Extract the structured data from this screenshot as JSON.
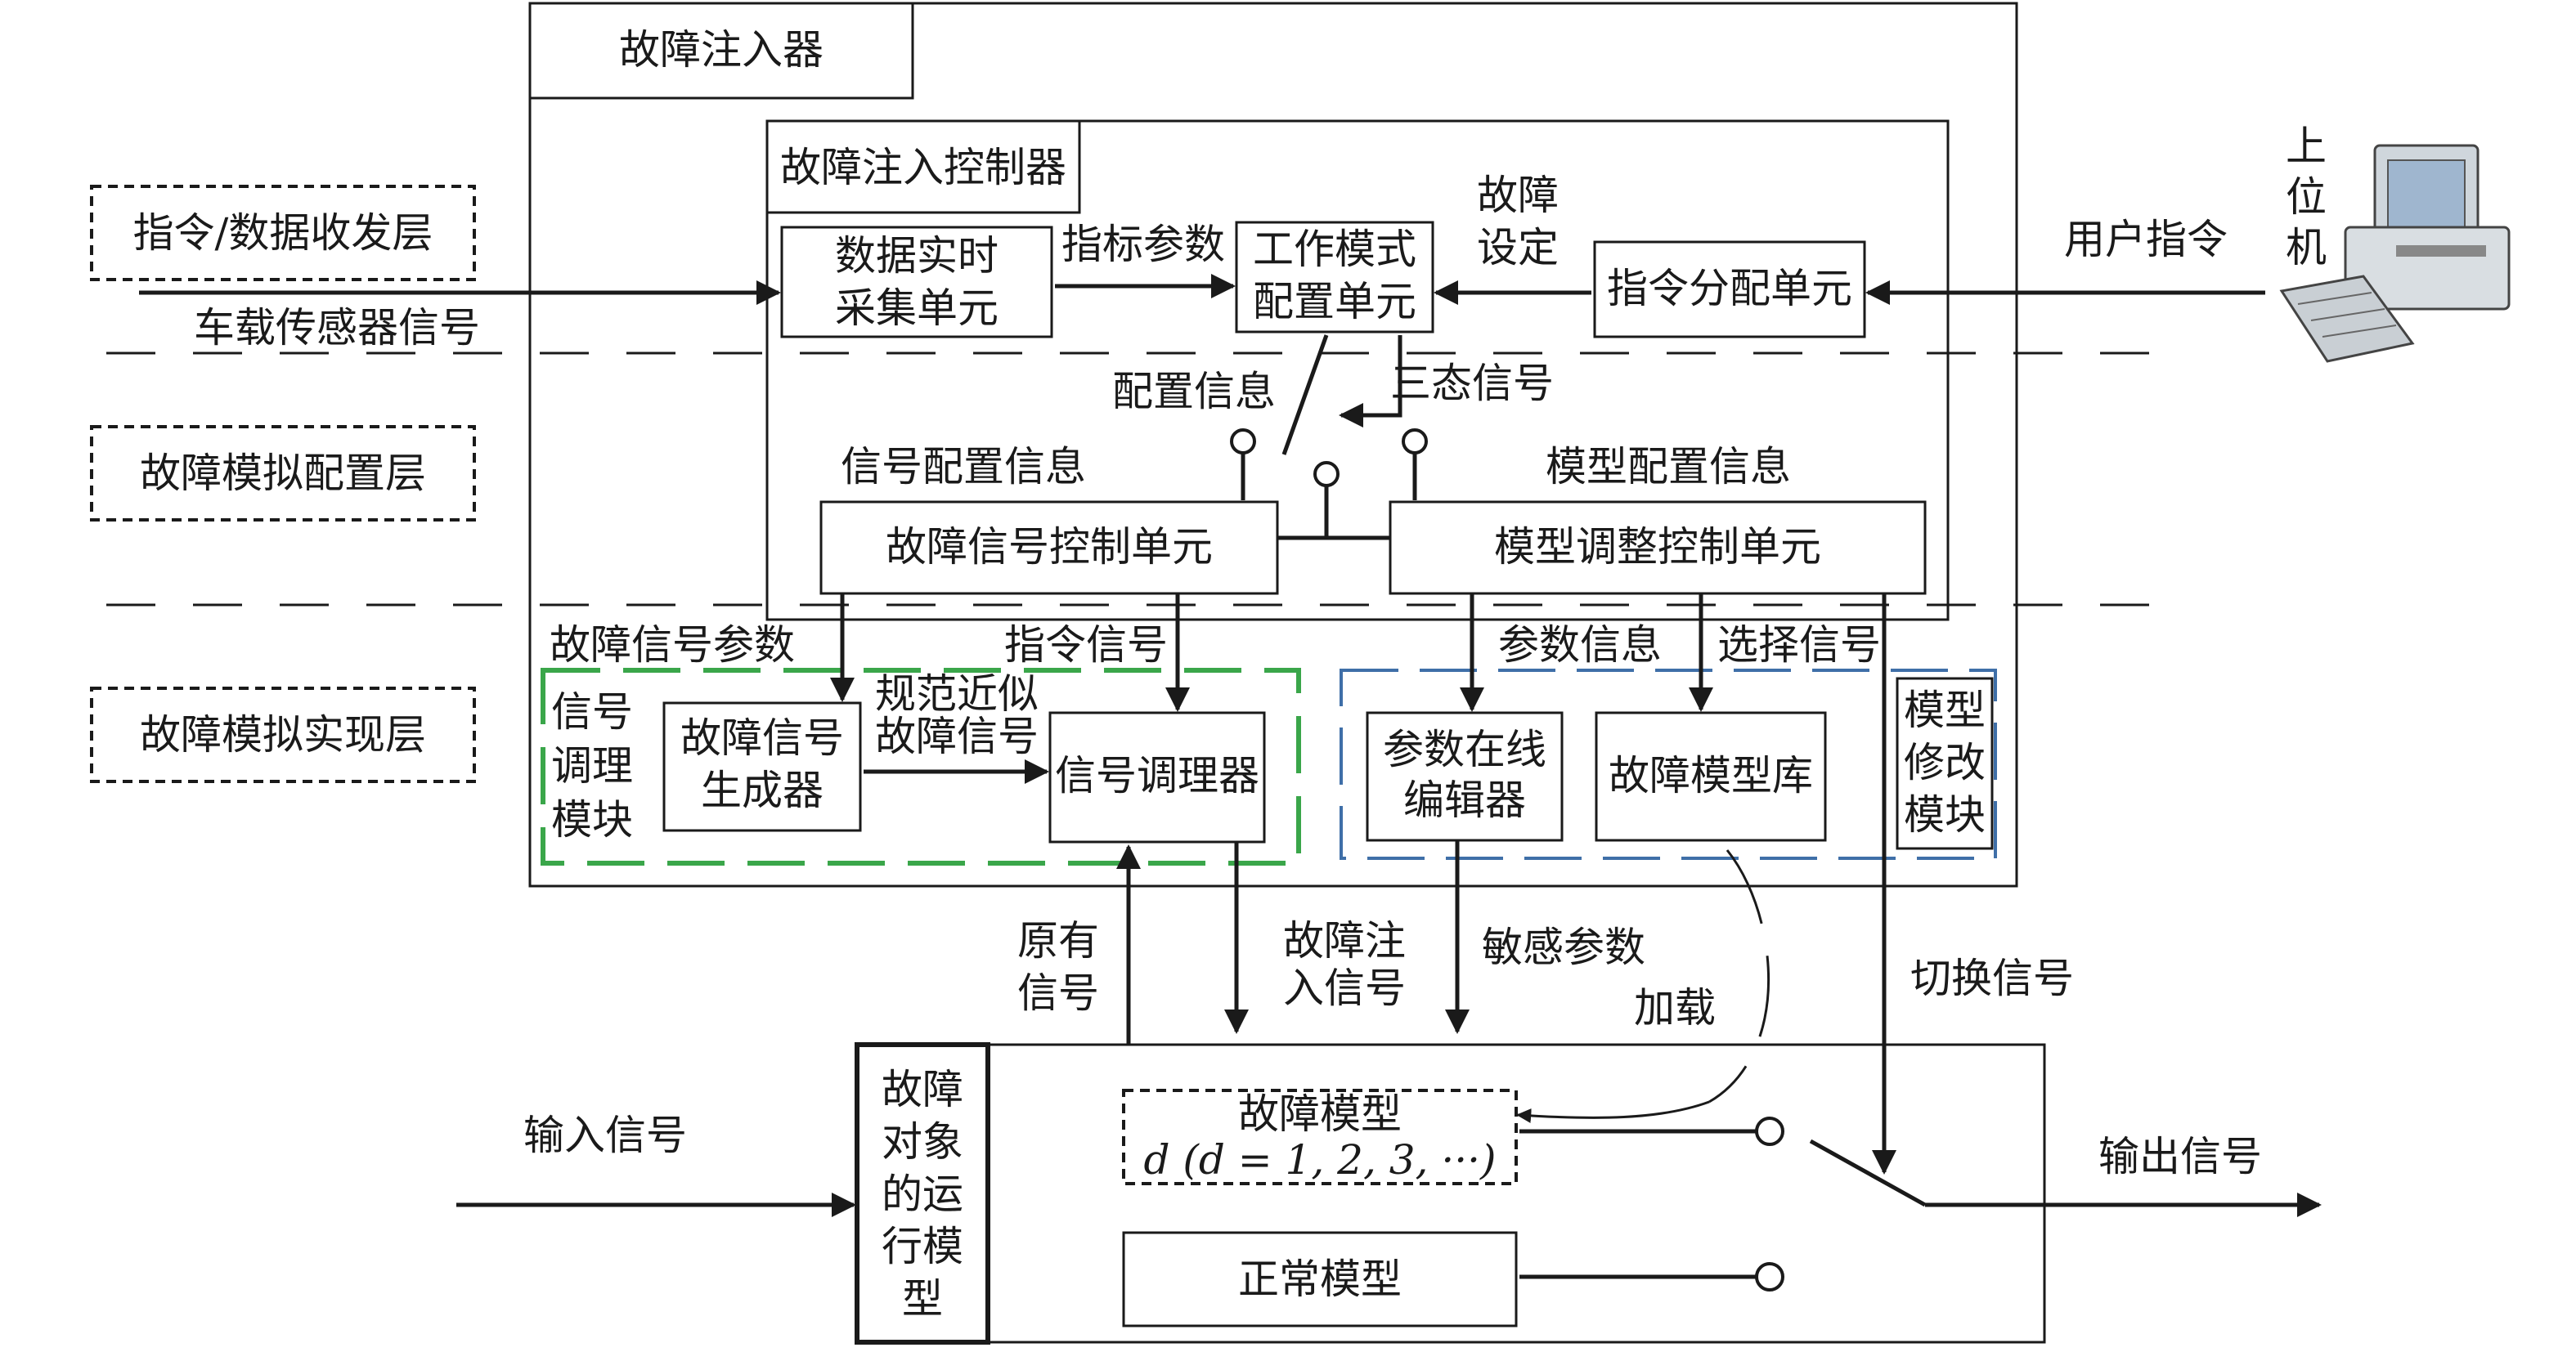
{
  "layers": {
    "comm": "指令/数据收发层",
    "config": "故障模拟配置层",
    "impl": "故障模拟实现层"
  },
  "injector": {
    "title": "故障注入器",
    "controller_title": "故障注入控制器",
    "data_acq": [
      "数据实时",
      "采集单元"
    ],
    "work_mode": [
      "工作模式",
      "配置单元"
    ],
    "cmd_dist": "指令分配单元",
    "fault_sig_ctrl": "故障信号控制单元",
    "model_adj_ctrl": "模型调整控制单元",
    "sig_module": [
      "信号",
      "调理",
      "模块"
    ],
    "sig_gen": [
      "故障信号",
      "生成器"
    ],
    "sig_cond": "信号调理器",
    "param_editor": [
      "参数在线",
      "编辑器"
    ],
    "fault_lib": "故障模型库",
    "model_mod": [
      "模型",
      "修改",
      "模块"
    ]
  },
  "labels": {
    "vehicle_sensor": "车载传感器信号",
    "index_param": "指标参数",
    "fault_set": [
      "故障",
      "设定"
    ],
    "user_cmd": "用户指令",
    "config_info": "配置信息",
    "tristate": "三态信号",
    "sig_config_info": "信号配置信息",
    "model_config_info": "模型配置信息",
    "fault_sig_param": "故障信号参数",
    "cmd_signal": "指令信号",
    "param_info": "参数信息",
    "select_signal": "选择信号",
    "norm_approx": [
      "规范近似",
      "故障信号"
    ],
    "original_signal": [
      "原有",
      "信号"
    ],
    "fault_inject_signal": [
      "故障注",
      "入信号"
    ],
    "sensitive_param": "敏感参数",
    "load": "加载",
    "switch_signal": "切换信号",
    "input_signal": "输入信号",
    "output_signal": "输出信号"
  },
  "host": [
    "上",
    "位",
    "机"
  ],
  "object_model": {
    "title": [
      "故障",
      "对象",
      "的运",
      "行模",
      "型"
    ],
    "fault_model": "故障模型",
    "fault_model_index": "d (d = 1, 2, 3, ···)",
    "normal_model": "正常模型"
  },
  "colors": {
    "green": "#3aa64a",
    "blue": "#3f6fa8"
  }
}
